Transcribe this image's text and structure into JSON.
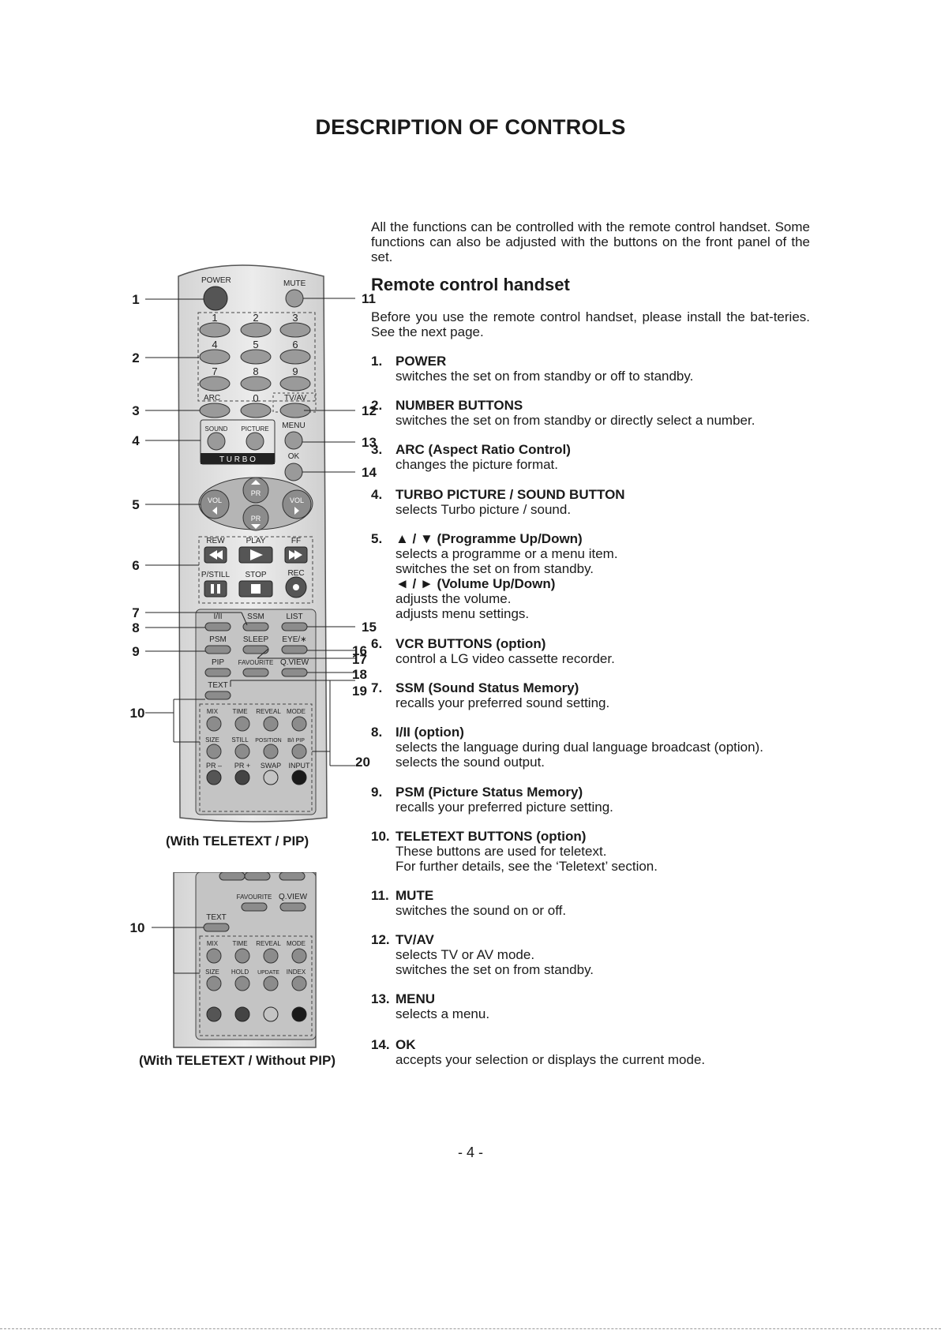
{
  "title": "DESCRIPTION OF CONTROLS",
  "intro": "All the functions can be controlled with the remote control handset. Some functions can also be adjusted with the buttons on the front panel of the set.",
  "section": {
    "heading": "Remote control handset",
    "intro": "Before you use the remote control handset, please install the bat-teries. See the next page."
  },
  "items": [
    {
      "num": "1.",
      "title": "POWER",
      "lines": [
        "switches the set on from standby or off to standby."
      ]
    },
    {
      "num": "2.",
      "title": "NUMBER BUTTONS",
      "lines": [
        "switches the set on from standby or directly select a number."
      ]
    },
    {
      "num": "3.",
      "title": "ARC (Aspect Ratio Control)",
      "lines": [
        "changes the picture format."
      ]
    },
    {
      "num": "4.",
      "title": "TURBO PICTURE / SOUND BUTTON",
      "lines": [
        "selects Turbo picture / sound."
      ]
    },
    {
      "num": "5.",
      "title": "▲ / ▼ (Programme Up/Down)",
      "lines": [
        "selects a programme or a menu item.",
        "switches the set on from standby.",
        "◄ / ► (Volume Up/Down)",
        "adjusts the volume.",
        "adjusts menu settings."
      ]
    },
    {
      "num": "6.",
      "title": "VCR BUTTONS (option)",
      "lines": [
        "control a LG video cassette recorder."
      ]
    },
    {
      "num": "7.",
      "title": "SSM (Sound Status Memory)",
      "lines": [
        "recalls your preferred sound setting."
      ]
    },
    {
      "num": "8.",
      "title": "I/II (option)",
      "lines": [
        "selects the language during dual language broadcast (option).",
        "selects the sound output."
      ]
    },
    {
      "num": "9.",
      "title": "PSM (Picture Status Memory)",
      "lines": [
        "recalls your preferred picture setting."
      ]
    },
    {
      "num": "10.",
      "title": "TELETEXT BUTTONS (option)",
      "lines": [
        "These buttons are used for teletext.",
        "For further details, see the ‘Teletext’ section."
      ]
    },
    {
      "num": "11.",
      "title": "MUTE",
      "lines": [
        "switches the sound on or off."
      ]
    },
    {
      "num": "12.",
      "title": "TV/AV",
      "lines": [
        "selects TV or AV mode.",
        "switches the set on from standby."
      ]
    },
    {
      "num": "13.",
      "title": "MENU",
      "lines": [
        "selects a menu."
      ]
    },
    {
      "num": "14.",
      "title": "OK",
      "lines": [
        "accepts your selection or displays the current mode."
      ]
    }
  ],
  "remote": {
    "power": "POWER",
    "mute": "MUTE",
    "digits": [
      "1",
      "2",
      "3",
      "4",
      "5",
      "6",
      "7",
      "8",
      "9"
    ],
    "arc": "ARC",
    "zero": "0",
    "tvav": "TV/AV",
    "sound": "SOUND",
    "picture": "PICTURE",
    "turbo": "T U R B O",
    "menu": "MENU",
    "ok": "OK",
    "pr": "PR",
    "vol": "VOL",
    "rew": "REW",
    "play": "PLAY",
    "ff": "FF",
    "pstill": "P/STILL",
    "stop": "STOP",
    "rec": "REC",
    "i_ii": "I/II",
    "ssm": "SSM",
    "list": "LIST",
    "psm": "PSM",
    "sleep": "SLEEP",
    "eye": "EYE/∗",
    "pip": "PIP",
    "favourite": "FAVOURITE",
    "qview": "Q.VIEW",
    "text": "TEXT",
    "mix": "MIX",
    "time": "TIME",
    "reveal": "REVEAL",
    "mode": "MODE",
    "size": "SIZE",
    "still": "STILL",
    "position": "POSITION",
    "bw_pip": "B/I PIP",
    "pr_minus": "PR –",
    "pr_plus": "PR +",
    "swap": "SWAP",
    "input": "INPUT",
    "hold": "HOLD",
    "update": "UPDATE",
    "index": "INDEX"
  },
  "callouts_left": [
    "1",
    "2",
    "3",
    "4",
    "5",
    "6",
    "7",
    "8",
    "9",
    "10"
  ],
  "callouts_right": [
    "11",
    "12",
    "13",
    "14",
    "15",
    "16",
    "17",
    "18",
    "19",
    "20"
  ],
  "caption_pip": "(With TELETEXT / PIP)",
  "caption_nopip": "(With TELETEXT / Without PIP)",
  "callout_nopip": "10",
  "page_number": "-  4  -"
}
